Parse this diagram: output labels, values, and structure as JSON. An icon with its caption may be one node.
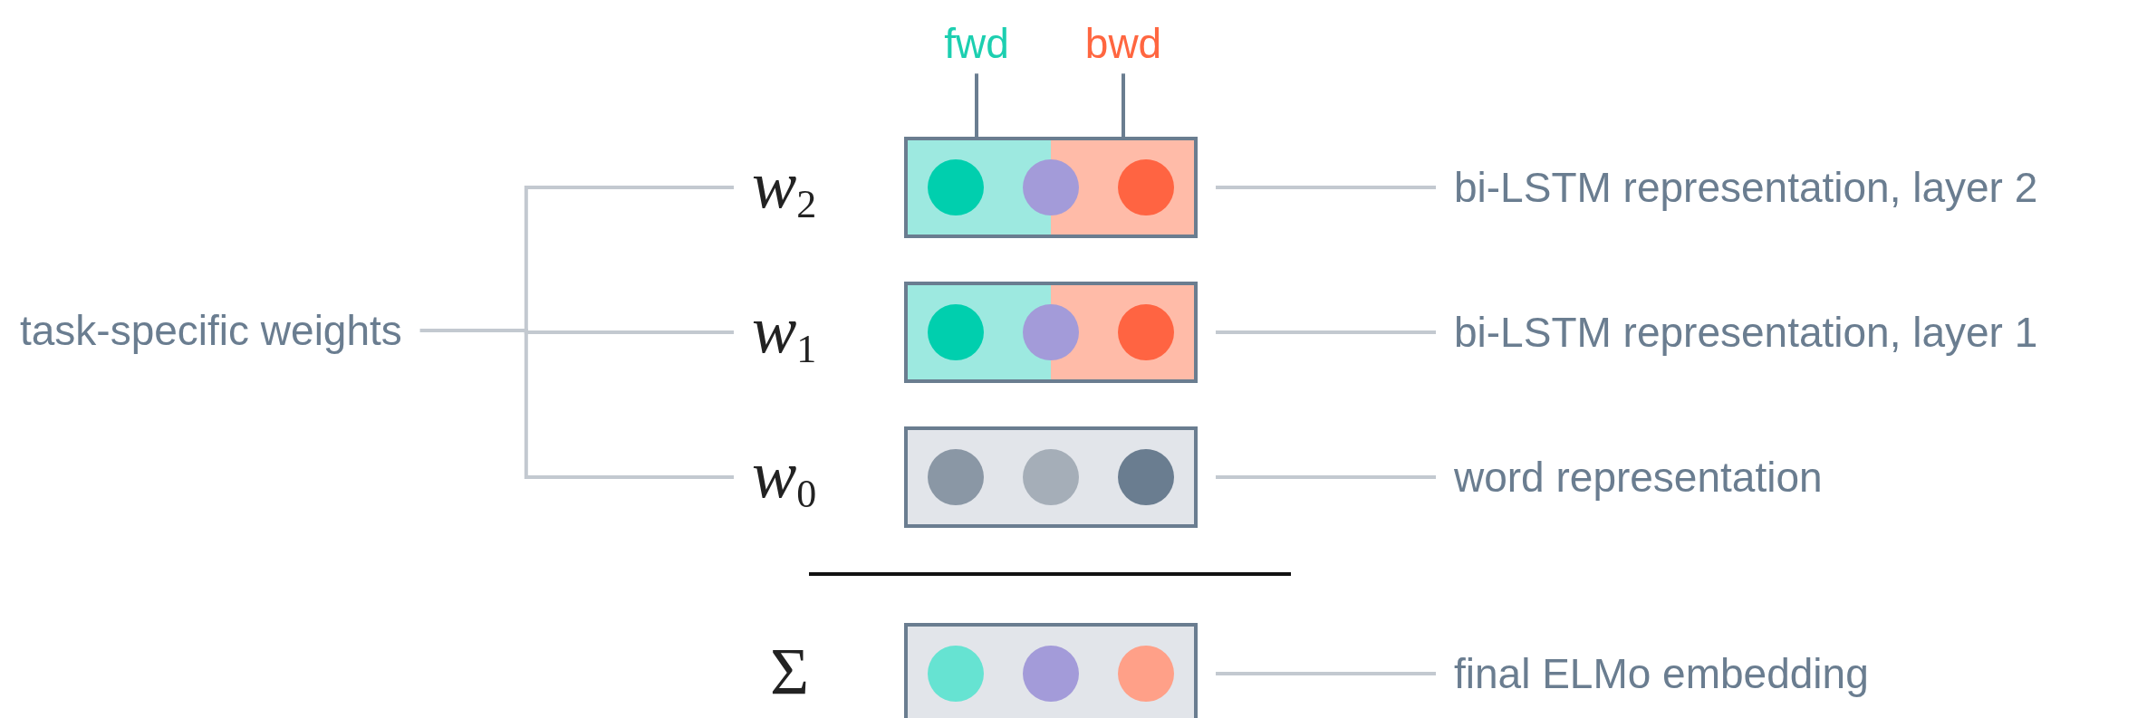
{
  "diagram": {
    "nodes": [
      {
        "text": [
          "fwd"
        ]
      },
      {
        "text": [
          "bwd"
        ]
      },
      {
        "text": [
          "task-specific weights"
        ]
      },
      {
        "text": [
          "*w*$_{2}$"
        ]
      },
      {
        "text": [],
        "shape": "box"
      },
      {
        "text": [
          "bi-LSTM representation, layer 2"
        ]
      },
      {
        "text": [
          "*w*$_{1}$"
        ]
      },
      {
        "text": [],
        "shape": "box"
      },
      {
        "text": [
          "bi-LSTM representation, layer 1"
        ]
      },
      {
        "text": [
          "*w*$_{0}$"
        ]
      },
      {
        "text": [],
        "shape": "box"
      },
      {
        "text": [
          "word representation"
        ]
      },
      {
        "text": [
          "Σ"
        ]
      },
      {
        "text": [],
        "shape": "box"
      },
      {
        "text": [
          "final ELMo embedding"
        ]
      }
    ],
    "edges": [
      {
        "from": 0,
        "to": 4,
        "arrow": "none"
      },
      {
        "from": 1,
        "to": 4,
        "arrow": "none"
      },
      {
        "from": 2,
        "to": 3,
        "arrow": "none"
      },
      {
        "from": 2,
        "to": 6,
        "arrow": "none"
      },
      {
        "from": 2,
        "to": 9,
        "arrow": "none"
      },
      {
        "from": 4,
        "to": 5,
        "arrow": "none"
      },
      {
        "from": 7,
        "to": 8,
        "arrow": "none"
      },
      {
        "from": 10,
        "to": 11,
        "arrow": "none"
      },
      {
        "from": 13,
        "to": 14,
        "arrow": "none"
      }
    ]
  }
}
